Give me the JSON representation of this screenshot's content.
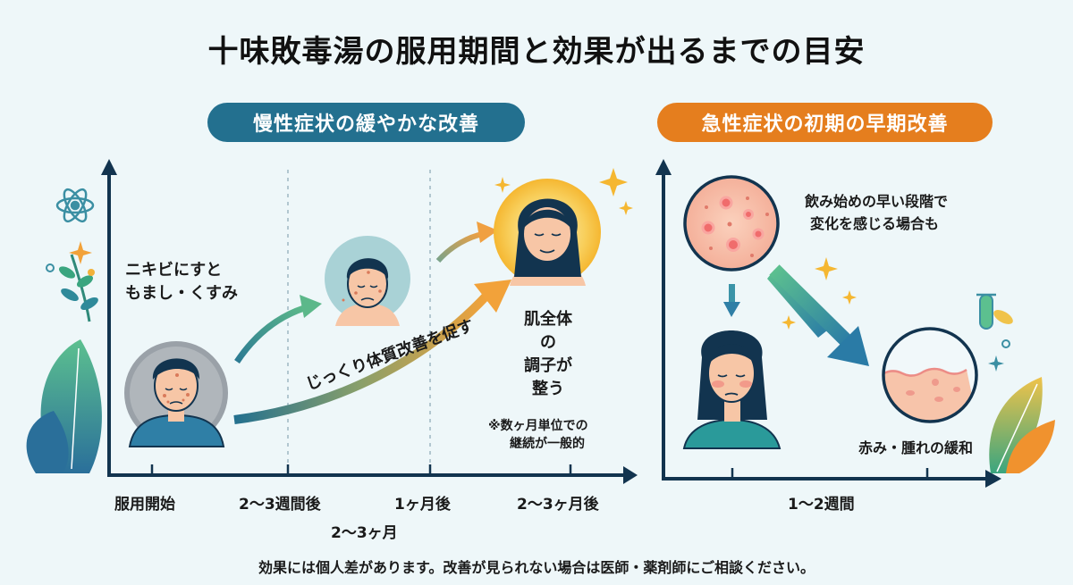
{
  "title": "十味敗毒湯の服用期間と効果が出るまでの目安",
  "colors": {
    "background": "#eef7f9",
    "axis": "#12344f",
    "chronic_accent": "#23708f",
    "acute_accent": "#e57e1e",
    "gold": "#f5b731",
    "skin": "#f7c6a6",
    "hair": "#123a57",
    "leaf_green": "#3aa57f"
  },
  "chronic_panel": {
    "heading": "慢性症状の緩やかな改善",
    "stages": [
      {
        "label_line1": "ニキビにすと",
        "label_line2": "もまし・くすみ",
        "icon": "acne-face-icon"
      },
      {
        "label_line1": "",
        "label_line2": "",
        "icon": "improving-face-icon"
      },
      {
        "label_line1": "肌全体の",
        "label_line2": "調子が整う",
        "icon": "glowing-face-icon"
      }
    ],
    "arrow_label": "じっくり体質改善を促す",
    "note_line1": "※数ヶ月単位での",
    "note_line2": "継続が一般的",
    "x_ticks": [
      "服用開始",
      "2〜3週間後",
      "1ヶ月後",
      "2〜3ヶ月後"
    ],
    "x_sub_label": "2〜3ヶ月"
  },
  "acute_panel": {
    "heading": "急性症状の初期の早期改善",
    "description_line1": "飲み始めの早い段階で",
    "description_line2": "変化を感じる場合も",
    "result_label": "赤み・腫れの緩和",
    "x_tick": "1〜2週間",
    "icons": [
      "inflamed-skin-icon",
      "flushed-face-icon",
      "calmed-skin-icon",
      "test-tube-icon"
    ]
  },
  "footer": "効果には個人差があります。改善が見られない場合は医師・薬剤師にご相談ください。"
}
